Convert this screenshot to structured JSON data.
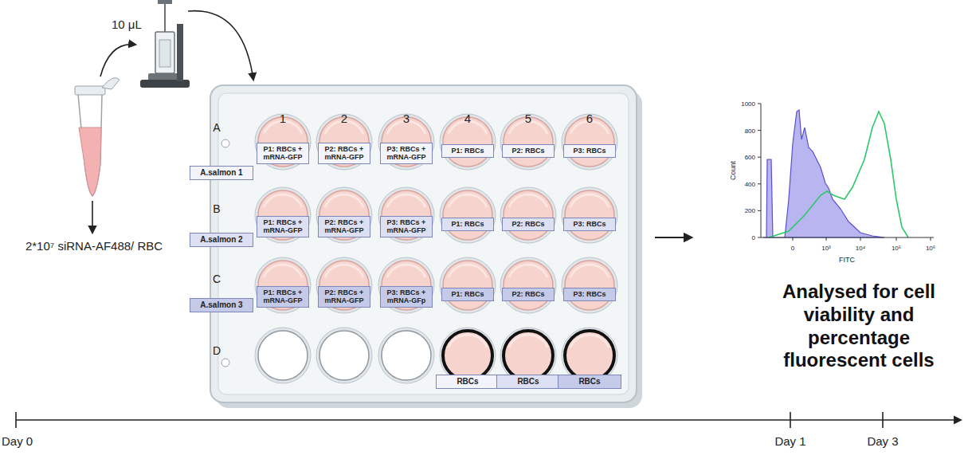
{
  "diagram": {
    "nodes": [
      {
        "text": [
          "A.salmon 1"
        ]
      },
      {
        "text": [
          "P1: RBCs + mRNA-GFP"
        ]
      },
      {
        "text": [
          "P2: RBCs + mRNA-GFP"
        ]
      },
      {
        "text": [
          "P3: RBCs + mRNA-GFP"
        ]
      },
      {
        "text": [
          "P1: RBCs"
        ]
      },
      {
        "text": [
          "P2: RBCs"
        ]
      },
      {
        "text": [
          "P3: RBCs"
        ]
      },
      {
        "text": [
          "A.salmon 2"
        ]
      },
      {
        "text": [
          "P1: RBCs + mRNA-GFP"
        ]
      },
      {
        "text": [
          "P2: RBCs + mRNA-GFP"
        ]
      },
      {
        "text": [
          "P3: RBCs + mRNA-GFP"
        ]
      },
      {
        "text": [
          "P1: RBCs"
        ]
      },
      {
        "text": [
          "P2: RBCs"
        ]
      },
      {
        "text": [
          "P3: RBCs"
        ]
      },
      {
        "text": [
          "A.salmon 3"
        ]
      },
      {
        "text": [
          "P1: RBCs + mRNA-GFP"
        ]
      },
      {
        "text": [
          "P2: RBCs + mRNA-GFP"
        ]
      },
      {
        "text": [
          "P3: RBCs + mRNA-GFp"
        ]
      },
      {
        "text": [
          "P1: RBCs"
        ]
      },
      {
        "text": [
          "P2: RBCs"
        ]
      },
      {
        "text": [
          "P3: RBCs"
        ]
      },
      {
        "text": [
          "RBCs"
        ]
      },
      {
        "text": [
          "RBCs"
        ]
      },
      {
        "text": [
          "RBCs"
        ]
      }
    ],
    "labels": [
      "10 μL",
      "2*10⁷ siRNA-AF488/ RBC",
      "1",
      "2",
      "3",
      "4",
      "5",
      "6",
      "A",
      "B",
      "C",
      "D",
      "1000",
      "800",
      "600",
      "400",
      "200",
      "0",
      "Count",
      "0",
      "10³",
      "10⁴",
      "10⁵",
      "10⁶",
      "FITC",
      "Analysed for cell viability and percentage fluorescent cells",
      "Day 0",
      "Day 1",
      "Day 3"
    ]
  }
}
